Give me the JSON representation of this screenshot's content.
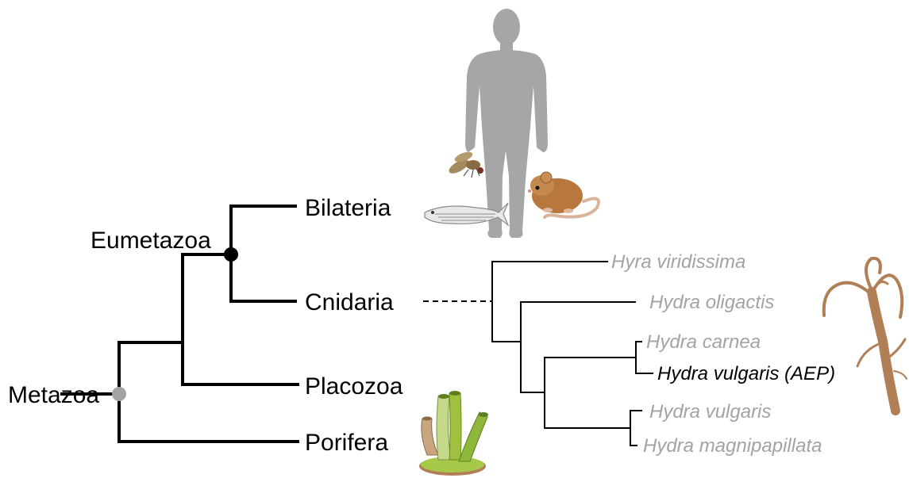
{
  "clades": {
    "metazoa": "Metazoa",
    "eumetazoa": "Eumetazoa",
    "bilateria": "Bilateria",
    "cnidaria": "Cnidaria",
    "placozoa": "Placozoa",
    "porifera": "Porifera"
  },
  "species": {
    "hyra_viridissima": "Hyra viridissima",
    "hydra_oligactis": "Hydra oligactis",
    "hydra_carnea": "Hydra carnea",
    "hydra_vulgaris_aep": "Hydra vulgaris (AEP)",
    "hydra_vulgaris": "Hydra vulgaris",
    "hydra_magnipapillata": "Hydra magnipapillata"
  },
  "colors": {
    "branch": "#000000",
    "species_text_muted": "#a3a3a3",
    "eumetazoa_node": "#000000",
    "metazoa_node": "#a3a3a3",
    "human_silhouette": "#a6a6a6",
    "hydra": "#b07f55",
    "sponge": "#9bbf3c"
  },
  "icons": [
    "human-silhouette-icon",
    "fly-icon",
    "zebrafish-icon",
    "mouse-icon",
    "hydra-icon",
    "sponge-icon"
  ]
}
